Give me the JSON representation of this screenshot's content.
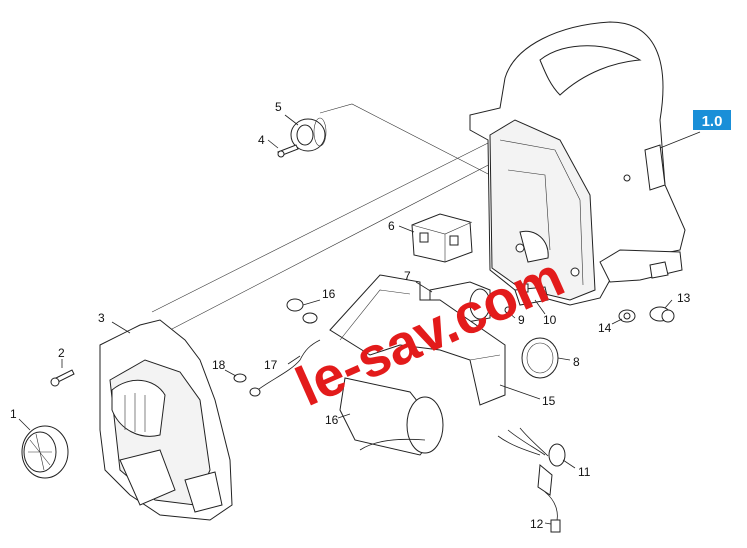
{
  "section_badge": "1.0",
  "watermark": "le-sav.com",
  "callouts": [
    {
      "id": "c1",
      "label": "1"
    },
    {
      "id": "c2",
      "label": "2"
    },
    {
      "id": "c3",
      "label": "3"
    },
    {
      "id": "c4",
      "label": "4"
    },
    {
      "id": "c5",
      "label": "5"
    },
    {
      "id": "c6",
      "label": "6"
    },
    {
      "id": "c7",
      "label": "7"
    },
    {
      "id": "c8",
      "label": "8"
    },
    {
      "id": "c9",
      "label": "9"
    },
    {
      "id": "c10",
      "label": "10"
    },
    {
      "id": "c11",
      "label": "11"
    },
    {
      "id": "c12",
      "label": "12"
    },
    {
      "id": "c13",
      "label": "13"
    },
    {
      "id": "c14",
      "label": "14"
    },
    {
      "id": "c15",
      "label": "15"
    },
    {
      "id": "c16a",
      "label": "16"
    },
    {
      "id": "c16b",
      "label": "16"
    },
    {
      "id": "c17",
      "label": "17"
    },
    {
      "id": "c18",
      "label": "18"
    }
  ],
  "colors": {
    "badge": "#1a8fd8",
    "watermark": "#e31b1b",
    "line": "#222222"
  }
}
